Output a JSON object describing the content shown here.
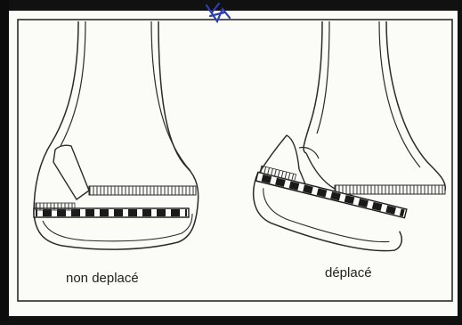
{
  "labels": {
    "left": "non deplacé",
    "right": "déplacé"
  },
  "colors": {
    "paper": "#fbfbf8",
    "ink": "#2a2a2a",
    "frame": "#111111",
    "annotation": "#2b3fae"
  },
  "panels": [
    {
      "label_key": "left",
      "state": "non-displaced"
    },
    {
      "label_key": "right",
      "state": "displaced"
    }
  ],
  "marks": {
    "annotation_icon": "pen-scribble-icon"
  }
}
